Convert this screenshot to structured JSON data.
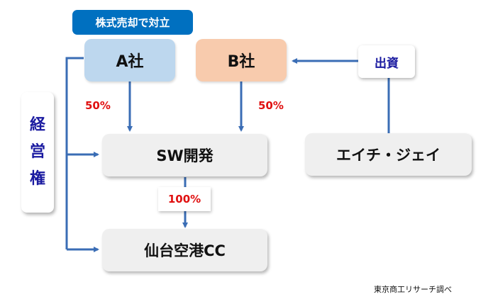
{
  "conflict_label": "株式売却で対立",
  "company_a": "A社",
  "company_b": "B社",
  "investment_label": "出資",
  "management_rights": [
    "経",
    "営",
    "権"
  ],
  "sw_dev": "SW開発",
  "hj": "エイチ・ジェイ",
  "sendai": "仙台空港CC",
  "pct_a": "50%",
  "pct_b": "50%",
  "pct_sw": "100%",
  "source": "東京商工リサーチ調べ",
  "colors": {
    "arrow": "#3a6db5",
    "company_a_bg": "#bdd7ee",
    "company_b_bg": "#f8cbad",
    "conflict_bg": "#0070c0",
    "percent": "#e01010",
    "management_text": "#1a1aa0"
  }
}
